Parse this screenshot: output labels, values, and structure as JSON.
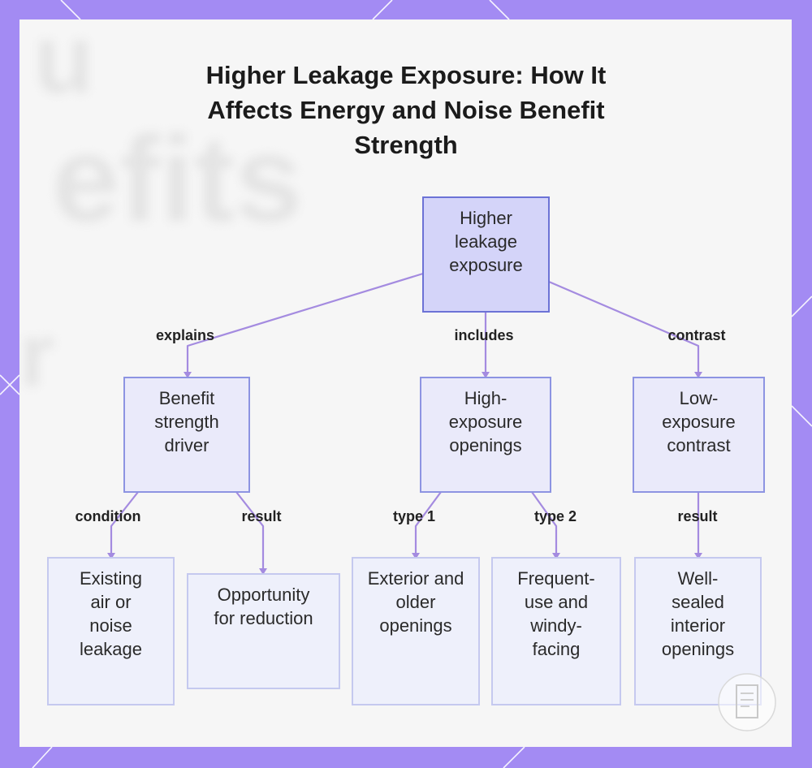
{
  "title": "Higher Leakage Exposure: How It Affects Energy and Noise Benefit Strength",
  "background_text": [
    "u",
    "efits",
    "r"
  ],
  "nodes": {
    "root": "Higher leakage exposure",
    "benefit_driver": "Benefit strength driver",
    "high_exposure": "High-exposure openings",
    "low_exposure": "Low-exposure contrast",
    "existing_leakage": "Existing air or noise leakage",
    "opportunity": "Opportunity for reduction",
    "exterior_older": "Exterior and older openings",
    "frequent_use": "Frequent-use and windy-facing",
    "well_sealed": "Well-sealed interior openings"
  },
  "edges": {
    "explains": "explains",
    "includes": "includes",
    "contrast": "contrast",
    "condition": "condition",
    "result_1": "result",
    "type_1": "type 1",
    "type_2": "type 2",
    "result_2": "result"
  },
  "colors": {
    "frame": "#a38bf3",
    "panel": "#f6f6f6",
    "connector": "#a48be0",
    "root_fill": "#d4d4f9",
    "root_border": "#6c72d6",
    "mid_border": "#8d94e2",
    "leaf_border": "#c5c9ef"
  }
}
